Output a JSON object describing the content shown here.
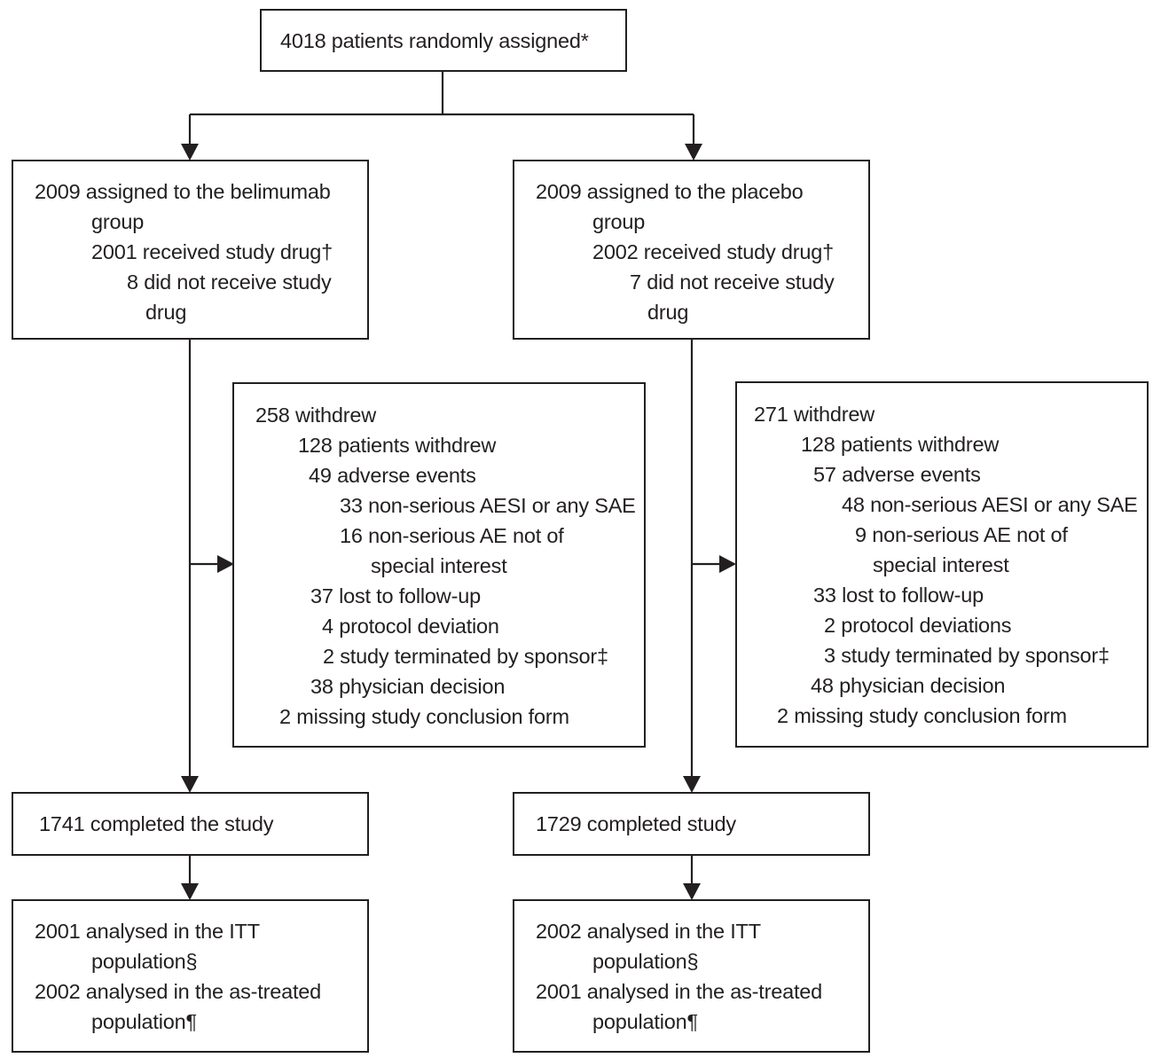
{
  "top": {
    "randomised": "4018 patients randomly assigned*"
  },
  "belimumab": {
    "assigned_l1": "2009 assigned to the belimumab",
    "assigned_l2": "group",
    "received": "2001 received study drug†",
    "not_received_l1": "8 did not receive study",
    "not_received_l2": "drug",
    "withdrew": {
      "total": "258 withdrew",
      "patients": "128 patients withdrew",
      "ae": "49 adverse events",
      "aesi": "33 non-serious AESI or any SAE",
      "ae_nsi_l1": "16 non-serious AE not of",
      "ae_nsi_l2": "special interest",
      "lost": "37 lost to follow-up",
      "protocol": "4 protocol deviation",
      "sponsor": "2 study terminated by sponsor‡",
      "physician": "38 physician decision",
      "missing": "2 missing study conclusion form"
    },
    "completed": "1741 completed the study",
    "itt_l1": "2001 analysed in the ITT",
    "itt_l2": "population§",
    "as_treated_l1": "2002 analysed in the as-treated",
    "as_treated_l2": "population¶"
  },
  "placebo": {
    "assigned_l1": "2009 assigned to the placebo",
    "assigned_l2": "group",
    "received": "2002 received study drug†",
    "not_received_l1": "7 did not receive study",
    "not_received_l2": "drug",
    "withdrew": {
      "total": "271 withdrew",
      "patients": "128 patients withdrew",
      "ae": "57 adverse events",
      "aesi": "48 non-serious AESI or any SAE",
      "ae_nsi_l1": "9 non-serious AE not of",
      "ae_nsi_l2": "special interest",
      "lost": "33 lost to follow-up",
      "protocol": "2 protocol deviations",
      "sponsor": "3 study terminated by sponsor‡",
      "physician": "48 physician decision",
      "missing": "2 missing study conclusion form"
    },
    "completed": "1729 completed study",
    "itt_l1": "2002 analysed in the ITT",
    "itt_l2": "population§",
    "as_treated_l1": "2001 analysed in the as-treated",
    "as_treated_l2": "population¶"
  }
}
